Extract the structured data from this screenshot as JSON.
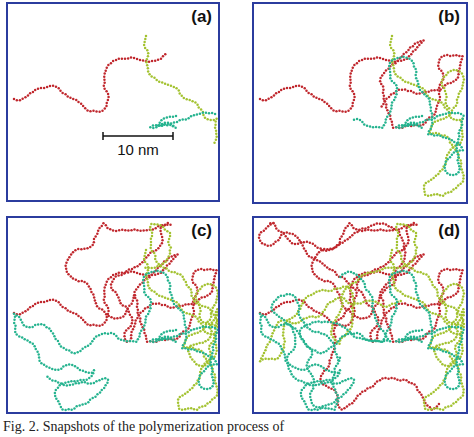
{
  "diagram": {
    "caption": "Fig. 2. Snapshots of the polymerization process of",
    "nodes": [
      {
        "text": [
          "(a)"
        ]
      },
      {
        "text": [
          "(b)"
        ]
      },
      {
        "text": [
          "(c)"
        ]
      },
      {
        "text": [
          "(d)"
        ]
      }
    ],
    "labels": [
      "10 nm"
    ]
  }
}
